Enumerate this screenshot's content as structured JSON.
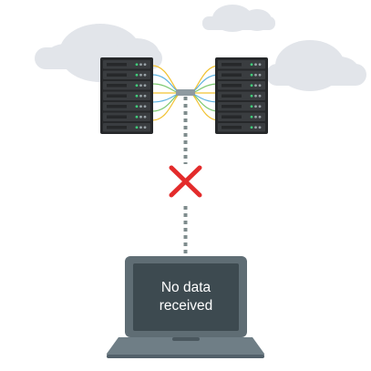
{
  "laptop": {
    "screen_line1": "No data",
    "screen_line2": "received"
  },
  "status": {
    "connection": "failed",
    "indicator_icon": "red-x-icon"
  },
  "icons": {
    "server_left": "server-rack-icon",
    "server_right": "server-rack-icon",
    "cloud": "cloud-icon",
    "laptop": "laptop-icon"
  },
  "colors": {
    "cloud": "#e2e5ea",
    "server_body": "#3a3d40",
    "server_dark": "#26282a",
    "led_green": "#3fcf7a",
    "cable_yellow": "#f2c230",
    "cable_blue": "#5fb3e0",
    "cable_green": "#7cc870",
    "dotted_line": "#7f8c8d",
    "x_mark": "#e32b2b",
    "laptop_frame": "#5f6d74",
    "laptop_screen": "#3d4a50",
    "laptop_base": "#6f7e86"
  }
}
